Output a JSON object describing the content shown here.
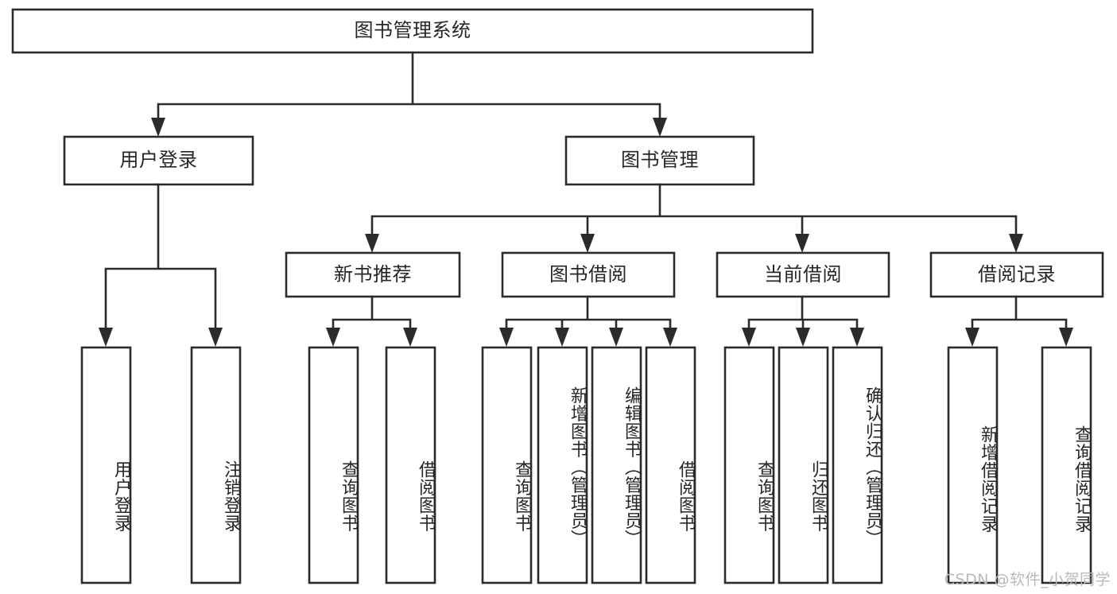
{
  "diagram": {
    "title": "图书管理系统",
    "type": "tree",
    "watermark": "CSDN @软件_小贺同学",
    "colors": {
      "box_stroke": "#2b2b2b",
      "box_fill": "#ffffff",
      "text": "#262626",
      "watermark": "#b9b9b9",
      "background": "#ffffff"
    },
    "nodes": {
      "root": {
        "label": "图书管理系统"
      },
      "level1": [
        {
          "label": "用户登录"
        },
        {
          "label": "图书管理"
        }
      ],
      "level2": [
        {
          "label": "新书推荐"
        },
        {
          "label": "图书借阅"
        },
        {
          "label": "当前借阅"
        },
        {
          "label": "借阅记录"
        }
      ],
      "leaves": {
        "user_login": [
          {
            "label": "用户登录"
          },
          {
            "label": "注销登录"
          }
        ],
        "new_book": [
          {
            "label": "查询图书"
          },
          {
            "label": "借阅图书"
          }
        ],
        "book_borrow": [
          {
            "label": "查询图书"
          },
          {
            "label": "新增图书（管理员）"
          },
          {
            "label": "编辑图书（管理员）"
          },
          {
            "label": "借阅图书"
          }
        ],
        "current_borrow": [
          {
            "label": "查询图书"
          },
          {
            "label": "归还图书"
          },
          {
            "label": "确认归还（管理员）"
          }
        ],
        "borrow_record": [
          {
            "label": "新增借阅记录"
          },
          {
            "label": "查询借阅记录"
          }
        ]
      }
    }
  }
}
